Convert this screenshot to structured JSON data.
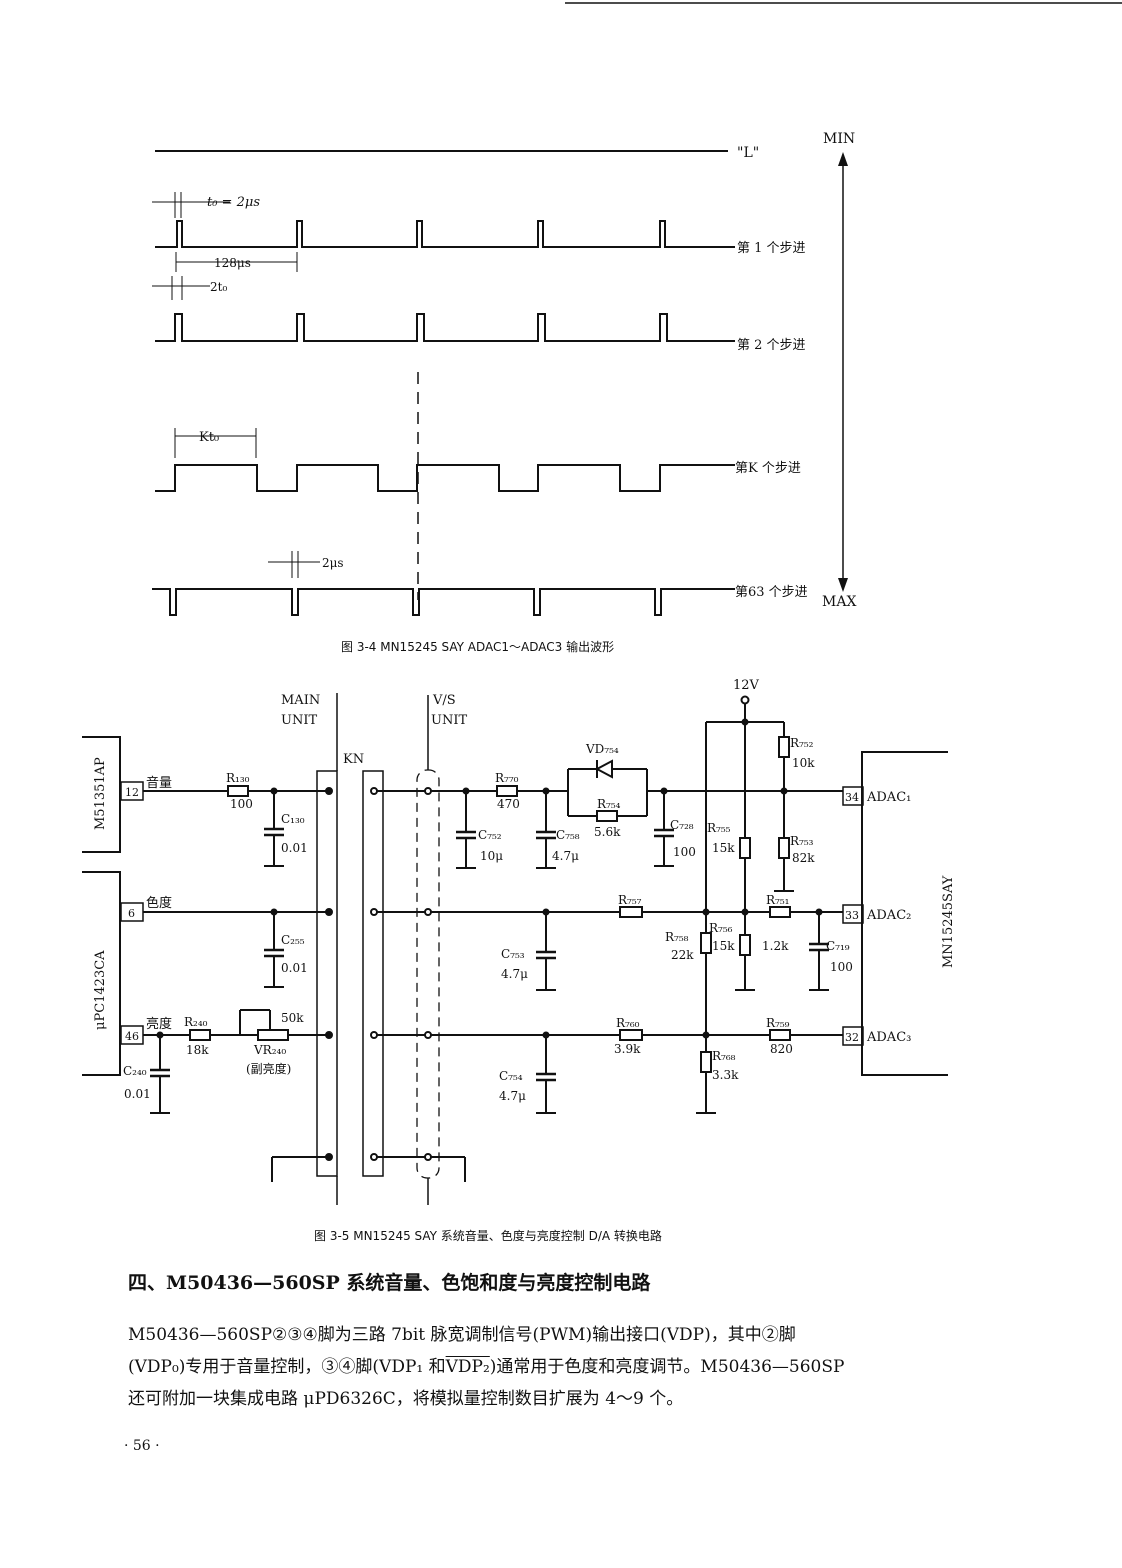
{
  "fig34": {
    "caption": "图 3-4   MN15245 SAY ADAC1～ADAC3 输出波形",
    "label_L": "\"L\"",
    "label_min": "MIN",
    "label_max": "MAX",
    "t0_label": "t₀ = 2μs",
    "period_label": "128μs",
    "twot0_label": "2t₀",
    "kt0_label": "Kt₀",
    "two_us_label": "2μs",
    "step1": "第 1 个步进",
    "step2": "第 2 个步进",
    "stepK": "第K 个步进",
    "step63": "第63 个步进"
  },
  "fig35": {
    "caption": "图 3-5   MN15245 SAY 系统音量、色度与亮度控制 D/A 转换电路",
    "main_unit": [
      "MAIN",
      "UNIT"
    ],
    "vs_unit": [
      "V/S",
      "UNIT"
    ],
    "kn": "KN",
    "v12": "12V",
    "ic_left_top": "M51351AP",
    "ic_left_bottom": "μPC1423CA",
    "ic_right": "MN15245SAY",
    "pins": {
      "p12": "12",
      "p6": "6",
      "p46": "46",
      "p34": "34",
      "p33": "33",
      "p32": "32"
    },
    "signals": {
      "volume": "音量",
      "color": "色度",
      "brightness": "亮度"
    },
    "adac": [
      "ADAC₁",
      "ADAC₂",
      "ADAC₃"
    ],
    "components": {
      "R130": {
        "name": "R₁₃₀",
        "value": "100"
      },
      "C130": {
        "name": "C₁₃₀",
        "value": "0.01"
      },
      "C255": {
        "name": "C₂₅₅",
        "value": "0.01"
      },
      "R240": {
        "name": "R₂₄₀",
        "value": "18k"
      },
      "C240": {
        "name": "C₂₄₀",
        "value": "0.01"
      },
      "VR240": {
        "name": "VR₂₄₀",
        "value": "50k",
        "note": "(副亮度)"
      },
      "R770": {
        "name": "R₇₇₀",
        "value": "470"
      },
      "C752": {
        "name": "C₇₅₂",
        "value": "10μ"
      },
      "C758": {
        "name": "C₇₅₈",
        "value": "4.7μ"
      },
      "VD754": {
        "name": "VD₇₅₄"
      },
      "R754": {
        "name": "R₇₅₄",
        "value": "5.6k"
      },
      "C728": {
        "name": "C₇₂₈",
        "value": "100"
      },
      "R755": {
        "name": "R₇₅₅",
        "value": "15k"
      },
      "R752": {
        "name": "R₇₅₂",
        "value": "10k"
      },
      "R753": {
        "name": "R₇₅₃",
        "value": "82k"
      },
      "R757": {
        "name": "R₇₅₇"
      },
      "C753": {
        "name": "C₇₅₃",
        "value": "4.7μ"
      },
      "R758": {
        "name": "R₇₅₈",
        "value": "22k"
      },
      "R756": {
        "name": "R₇₅₆",
        "value": "15k"
      },
      "R751": {
        "name": "R₇₅₁",
        "value": "1.2k"
      },
      "C719": {
        "name": "C₇₁₉",
        "value": "100"
      },
      "R760": {
        "name": "R₇₆₀",
        "value": "3.9k"
      },
      "C754": {
        "name": "C₇₅₄",
        "value": "4.7μ"
      },
      "R768": {
        "name": "R₇₆₈",
        "value": "3.3k"
      },
      "R759": {
        "name": "R₇₅₉",
        "value": "820"
      }
    }
  },
  "text": {
    "heading": "四、M50436—560SP 系统音量、色饱和度与亮度控制电路",
    "line1": "M50436—560SP②③④脚为三路 7bit 脉宽调制信号(PWM)输出接口(VDP)，其中②脚",
    "line2a": "(VDP₀)专用于音量控制，③④脚(VDP₁ 和",
    "line2b": "VDP₂",
    "line2c": ")通常用于色度和亮度调节。M50436—560SP",
    "line3": "还可附加一块集成电路 μPD6326C，将模拟量控制数目扩展为 4～9 个。",
    "page_number": "· 56 ·"
  }
}
